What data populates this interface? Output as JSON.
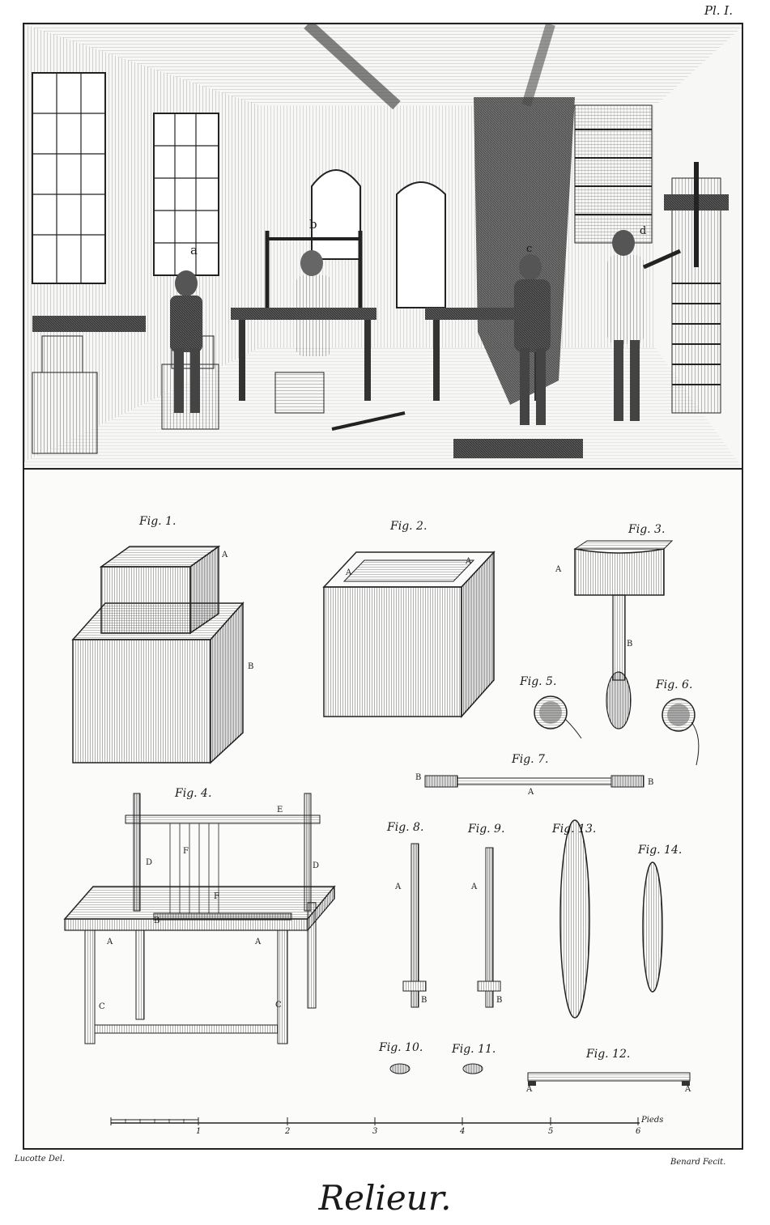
{
  "plate": {
    "number": "Pl. I."
  },
  "scene": {
    "labels": {
      "a": "a",
      "b": "b",
      "c": "c",
      "d": "d"
    }
  },
  "figures": {
    "fig1": {
      "label": "Fig. 1.",
      "letters": [
        "A",
        "B"
      ]
    },
    "fig2": {
      "label": "Fig. 2.",
      "letters": [
        "A",
        "A"
      ]
    },
    "fig3": {
      "label": "Fig. 3.",
      "letters": [
        "A",
        "B"
      ]
    },
    "fig4": {
      "label": "Fig. 4.",
      "letters": [
        "E",
        "D",
        "D",
        "F",
        "F",
        "B",
        "A",
        "A",
        "C",
        "C"
      ]
    },
    "fig5": {
      "label": "Fig. 5."
    },
    "fig6": {
      "label": "Fig. 6."
    },
    "fig7": {
      "label": "Fig. 7.",
      "letters": [
        "B",
        "A",
        "B"
      ]
    },
    "fig8": {
      "label": "Fig. 8.",
      "letters": [
        "A",
        "B"
      ]
    },
    "fig9": {
      "label": "Fig. 9.",
      "letters": [
        "A",
        "B"
      ]
    },
    "fig10": {
      "label": "Fig. 10."
    },
    "fig11": {
      "label": "Fig. 11."
    },
    "fig12": {
      "label": "Fig. 12.",
      "letters": [
        "A",
        "A"
      ]
    },
    "fig13": {
      "label": "Fig. 13."
    },
    "fig14": {
      "label": "Fig. 14."
    }
  },
  "scale": {
    "ticks": [
      "1",
      "2",
      "3",
      "4",
      "5",
      "6"
    ],
    "unit": "Pieds"
  },
  "credits": {
    "left": "Lucotte Del.",
    "right": "Benard Fecit."
  },
  "title": "Relieur."
}
